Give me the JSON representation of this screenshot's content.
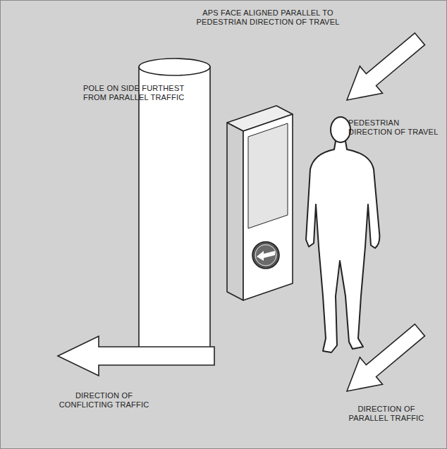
{
  "diagram": {
    "labels": [
      "APS FACE ALIGNED PARALLEL TO PEDESTRIAN DIRECTION OF TRAVEL",
      "POLE ON SIDE FURTHEST FROM PARALLEL TRAFFIC",
      "PEDESTRIAN DIRECTION OF TRAVEL",
      "DIRECTION OF CONFLICTING TRAFFIC",
      "DIRECTION OF PARALLEL TRAFFIC"
    ]
  }
}
